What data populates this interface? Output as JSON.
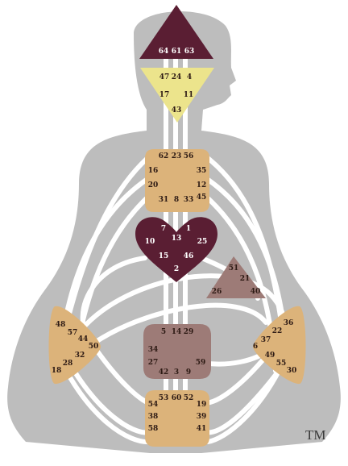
{
  "colors": {
    "background": "#ffffff",
    "silhouette": "#bdbdbd",
    "channel": "#ffffff",
    "maroon": "#5a1e33",
    "yellow": "#ece48c",
    "tan": "#dcb37a",
    "mauve": "#9d7b77",
    "dark_text": "#2d1a14",
    "light_text": "#ffffff"
  },
  "centers": [
    {
      "id": "head",
      "shape": "triangle-up",
      "fill": "maroon",
      "text": "light",
      "gates": [
        "64",
        "61",
        "63"
      ]
    },
    {
      "id": "ajna",
      "shape": "triangle-down",
      "fill": "yellow",
      "text": "dark",
      "gates": [
        "47",
        "24",
        "4",
        "17",
        "11",
        "43"
      ]
    },
    {
      "id": "throat",
      "shape": "square",
      "fill": "tan",
      "text": "dark",
      "gates": [
        "62",
        "23",
        "56",
        "16",
        "35",
        "20",
        "12",
        "45",
        "31",
        "8",
        "33"
      ]
    },
    {
      "id": "g",
      "shape": "heart",
      "fill": "maroon",
      "text": "light",
      "gates": [
        "7",
        "1",
        "13",
        "10",
        "25",
        "15",
        "46",
        "2"
      ]
    },
    {
      "id": "ego",
      "shape": "triangle-small",
      "fill": "mauve",
      "text": "dark",
      "gates": [
        "51",
        "21",
        "26",
        "40"
      ]
    },
    {
      "id": "spleen",
      "shape": "triangle-left",
      "fill": "tan",
      "text": "dark",
      "gates": [
        "48",
        "57",
        "44",
        "50",
        "32",
        "28",
        "18"
      ]
    },
    {
      "id": "sacral",
      "shape": "square",
      "fill": "mauve",
      "text": "dark",
      "gates": [
        "5",
        "14",
        "29",
        "34",
        "27",
        "59",
        "42",
        "3",
        "9"
      ]
    },
    {
      "id": "solar-plexus",
      "shape": "triangle-right",
      "fill": "tan",
      "text": "dark",
      "gates": [
        "36",
        "22",
        "37",
        "6",
        "49",
        "55",
        "30"
      ]
    },
    {
      "id": "root",
      "shape": "square",
      "fill": "tan",
      "text": "dark",
      "gates": [
        "53",
        "60",
        "52",
        "54",
        "19",
        "38",
        "39",
        "58",
        "41"
      ]
    }
  ],
  "trademark": "TM"
}
